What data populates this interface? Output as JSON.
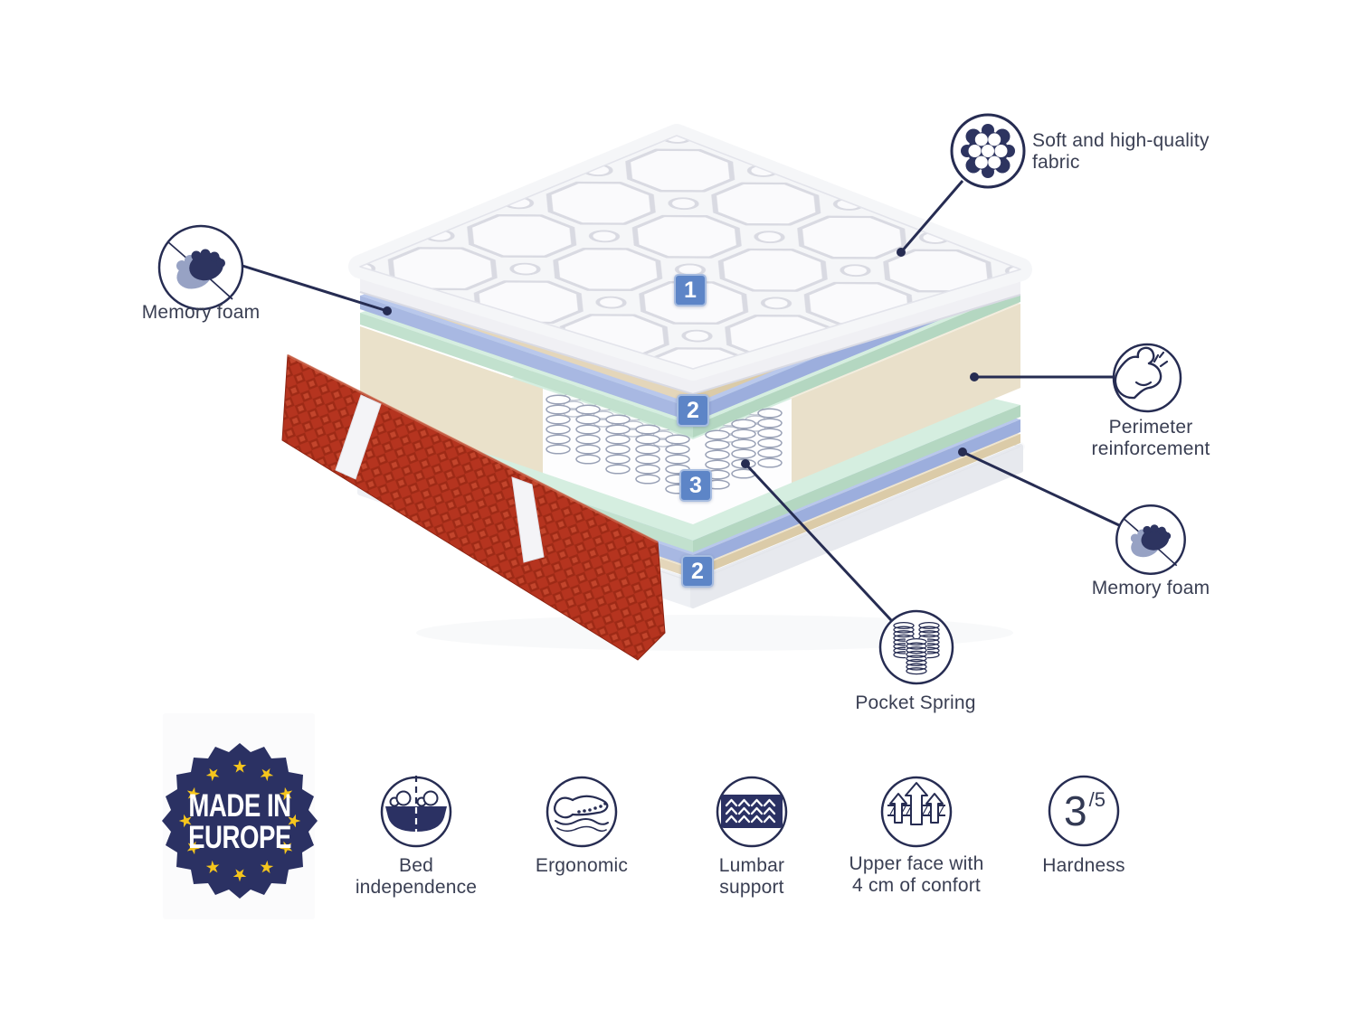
{
  "palette": {
    "navy": "#262c52",
    "badge_blue": "#5d85c7",
    "seal_navy": "#2b3163",
    "star_yellow": "#f5c51d",
    "red_fabric": "#b23320",
    "label_text": "#3a3f53"
  },
  "mattress": {
    "layer_badges": [
      "1",
      "2",
      "3",
      "2"
    ]
  },
  "callouts": {
    "memory_foam_left": {
      "icon": "memory-foam-icon",
      "label": "Memory foam"
    },
    "fabric": {
      "icon": "fabric-icon",
      "l1": "Soft and high-quality",
      "l2": "fabric"
    },
    "perimeter": {
      "icon": "muscle-arm-icon",
      "l1": "Perimeter",
      "l2": "reinforcement"
    },
    "memory_foam_right": {
      "icon": "memory-foam-icon",
      "label": "Memory foam"
    },
    "pocket_spring": {
      "icon": "pocket-spring-icon",
      "label": "Pocket Spring"
    }
  },
  "seal": {
    "l1": "MADE IN",
    "l2": "EUROPE"
  },
  "features": {
    "bed_independence": {
      "icon": "bed-independence-icon",
      "l1": "Bed",
      "l2": "independence"
    },
    "ergonomic": {
      "icon": "ergonomic-sleeper-icon",
      "l1": "Ergonomic"
    },
    "lumbar": {
      "icon": "lumbar-support-icon",
      "l1": "Lumbar",
      "l2": "support"
    },
    "upper_face": {
      "icon": "comfort-arrows-icon",
      "l1": "Upper face with",
      "l2": "4 cm of confort"
    },
    "hardness": {
      "icon": "hardness-gauge-icon",
      "label": "Hardness",
      "value": "3",
      "scale": "/5"
    }
  }
}
